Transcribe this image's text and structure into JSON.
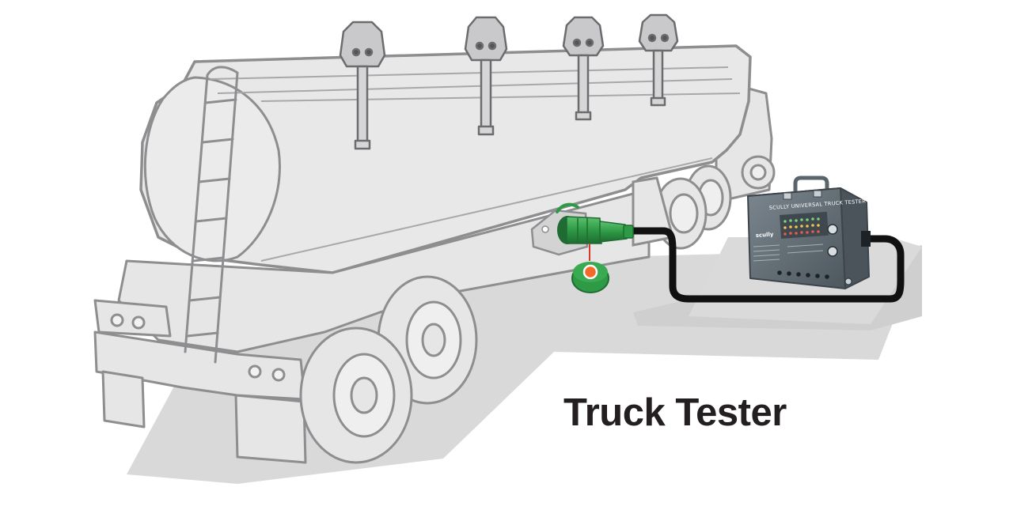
{
  "caption": "Truck Tester",
  "device": {
    "title": "SCULLY UNIVERSAL TRUCK TESTER",
    "brand": "scully"
  },
  "colors": {
    "truck_fill": "#e6e6e7",
    "truck_outline": "#8e8e90",
    "truck_line": "#a8a8aa",
    "ground_shadow": "#d9d9da",
    "connector_green": "#2e9a45",
    "connector_dark": "#1f6b33",
    "cap_orange": "#f26a2a",
    "cable": "#111111",
    "tester_body": "#5f6a72",
    "caption_text": "#231f20"
  },
  "icons": [
    "overfill-sensor-icon",
    "ladder-icon",
    "connector-plug-icon",
    "dust-cap-icon",
    "tester-box-icon"
  ]
}
